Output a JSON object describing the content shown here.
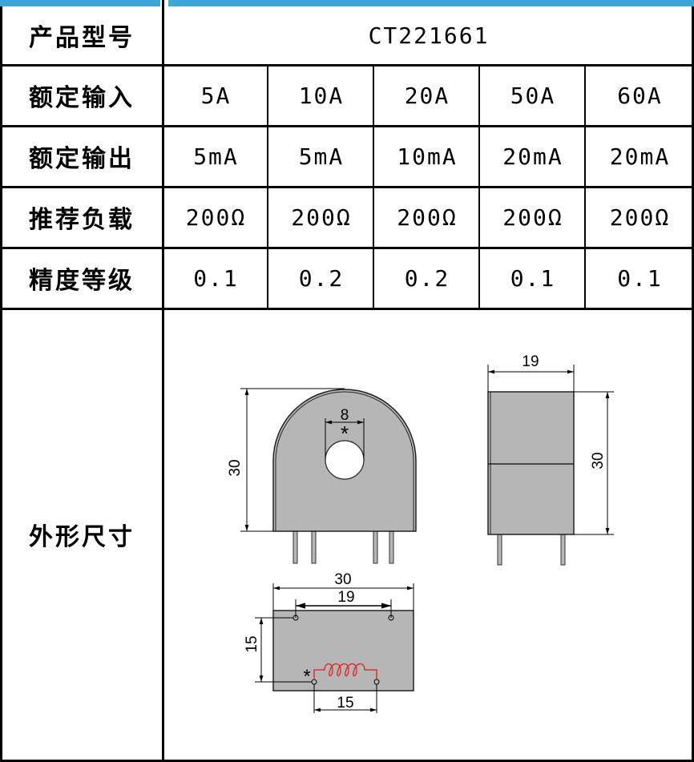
{
  "header": {
    "label": "产品型号",
    "model": "CT221661"
  },
  "rows": [
    {
      "label": "额定输入",
      "values": [
        "5A",
        "10A",
        "20A",
        "50A",
        "60A"
      ]
    },
    {
      "label": "额定输出",
      "values": [
        "5mA",
        "5mA",
        "10mA",
        "20mA",
        "20mA"
      ]
    },
    {
      "label": "推荐负载",
      "values": [
        "200Ω",
        "200Ω",
        "200Ω",
        "200Ω",
        "200Ω"
      ]
    },
    {
      "label": "精度等级",
      "values": [
        "0.1",
        "0.2",
        "0.2",
        "0.1",
        "0.1"
      ]
    }
  ],
  "dimensions": {
    "label": "外形尺寸",
    "front_height": "30",
    "hole_diameter": "8",
    "side_width": "19",
    "side_height": "30",
    "bottom_width": "30",
    "pin_spacing_top": "19",
    "pin_row_spacing": "15",
    "pin_spacing_bottom": "15",
    "polarity_mark": "*"
  },
  "colors": {
    "accent": "#3ea7d6",
    "body": "#b5b6b5",
    "coil": "#e0201a"
  }
}
